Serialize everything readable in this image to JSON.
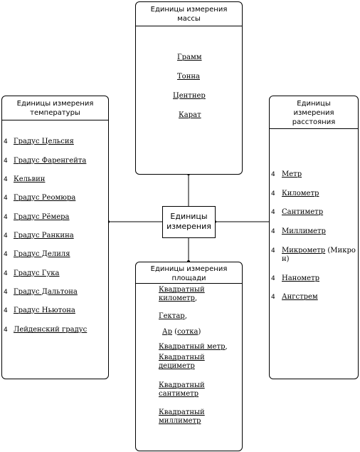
{
  "center": {
    "label_1": "Единицы",
    "label_2": "измерения"
  },
  "mass": {
    "title_1": "Единицы измерения",
    "title_2": "массы",
    "items": [
      "Грамм",
      "Тонна",
      "Центнер",
      "Карат"
    ]
  },
  "temperature": {
    "title_1": "Единицы измерения",
    "title_2": "температуры",
    "bullet": "4",
    "items": [
      "Градус Цельсия",
      "Градус Фаренгейта",
      "Кельвин",
      "Градус Реомюра",
      "Градус Рёмера",
      "Градус Ранкина",
      "Градус Делиля",
      "Градус Гука",
      "Градус Дальтона",
      "Градус Ньютона",
      "Лейденский градус"
    ]
  },
  "distance": {
    "title_1": "Единицы",
    "title_2": "измерения",
    "title_3": "расстояния",
    "bullet": "4",
    "items": [
      "Метр",
      "Километр",
      "Сантиметр",
      "Миллиметр"
    ],
    "micro_link": "Микрометр",
    "micro_tail_1": " (Микро",
    "micro_tail_2": "н)",
    "items2": [
      "Нанометр",
      "Ангстрем"
    ]
  },
  "area": {
    "title_1": "Единицы измерения",
    "title_2": "площади",
    "km_1": "Квадратный",
    "km_2": "километр",
    "km_sep": ",",
    "hectare": "Гектар",
    "hectare_sep": ",",
    "ar": "Ар",
    "ar_sp": " (",
    "sotka": "сотка",
    "ar_close": ")",
    "m_line": "Квадратный метр",
    "m_sep": ",",
    "dm_1": "Квадратный",
    "dm_2": "дециметр",
    "cm_1": "Квадратный",
    "cm_2": "сантиметр",
    "mm_1": "Квадратный",
    "mm_2": "миллиметр"
  }
}
